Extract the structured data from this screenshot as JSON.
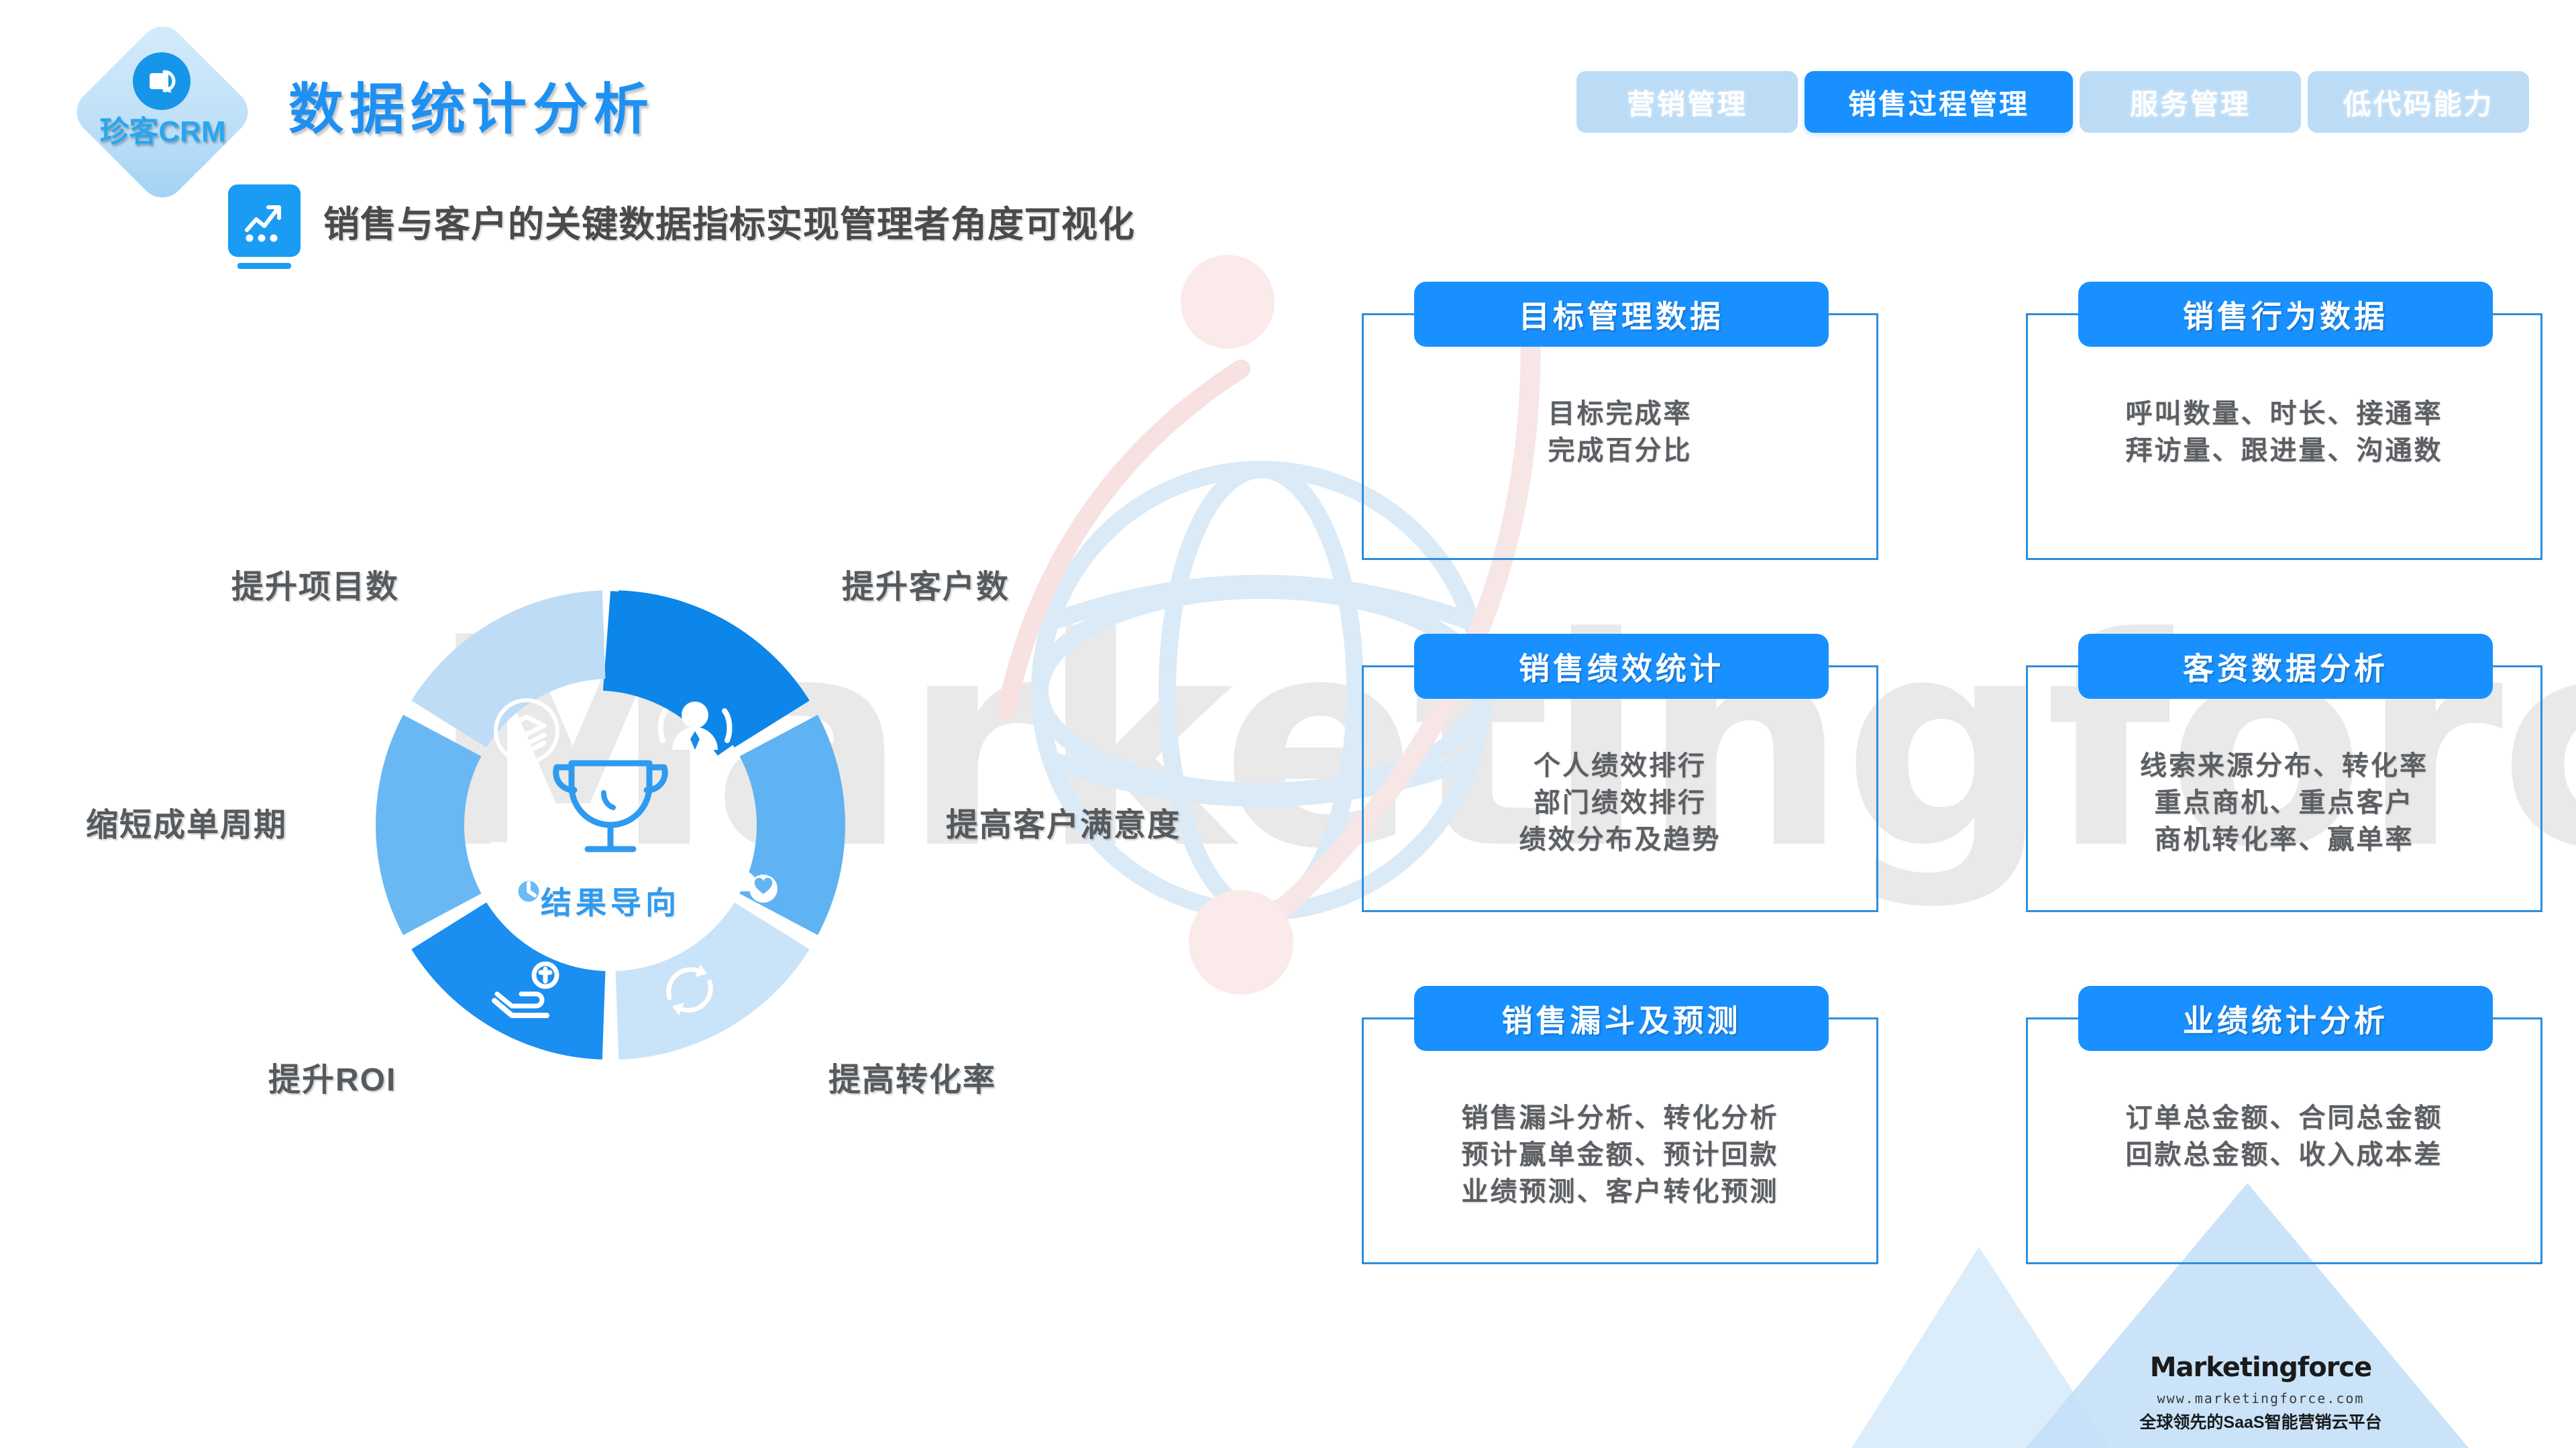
{
  "brand": {
    "logo_name": "珍客CRM",
    "logo_icon": "crm-circle-icon"
  },
  "header": {
    "title": "数据统计分析",
    "tabs": [
      {
        "label": "营销管理",
        "active": false
      },
      {
        "label": "销售过程管理",
        "active": true
      },
      {
        "label": "服务管理",
        "active": false
      },
      {
        "label": "低代码能力",
        "active": false
      }
    ]
  },
  "subtitle": {
    "icon": "chart-trend-icon",
    "text": "销售与客户的关键数据指标实现管理者角度可视化"
  },
  "wheel": {
    "center_label": "结果导向",
    "segments": [
      {
        "label": "提升项目数",
        "icon": "layers-icon",
        "color": "#bedcf5"
      },
      {
        "label": "提升客户数",
        "icon": "user-tie-icon",
        "color": "#0c86e8"
      },
      {
        "label": "提高客户满意度",
        "icon": "user-heart-icon",
        "color": "#5fb3f2"
      },
      {
        "label": "提高转化率",
        "icon": "refresh-cycle-icon",
        "color": "#c9e3f9"
      },
      {
        "label": "提升ROI",
        "icon": "hand-coin-icon",
        "color": "#1b8ef2"
      },
      {
        "label": "缩短成单周期",
        "icon": "doc-clock-icon",
        "color": "#69b8f4"
      }
    ]
  },
  "cards": [
    {
      "title": "目标管理数据",
      "lines": [
        "目标完成率",
        "完成百分比"
      ]
    },
    {
      "title": "销售行为数据",
      "lines": [
        "呼叫数量、时长、接通率",
        "拜访量、跟进量、沟通数"
      ]
    },
    {
      "title": "销售绩效统计",
      "lines": [
        "个人绩效排行",
        "部门绩效排行",
        "绩效分布及趋势"
      ]
    },
    {
      "title": "客资数据分析",
      "lines": [
        "线索来源分布、转化率",
        "重点商机、重点客户",
        "商机转化率、赢单率"
      ]
    },
    {
      "title": "销售漏斗及预测",
      "lines": [
        "销售漏斗分析、转化分析",
        "预计赢单金额、预计回款",
        "业绩预测、客户转化预测"
      ]
    },
    {
      "title": "业绩统计分析",
      "lines": [
        "订单总金额、合同总金额",
        "回款总金额、收入成本差"
      ]
    }
  ],
  "watermark": {
    "text": "Marketingforce"
  },
  "footer": {
    "logo": "Marketingforce",
    "url": "www.marketingforce.com",
    "tagline": "全球领先的SaaS智能营销云平台"
  },
  "colors": {
    "accent": "#1890ff",
    "title": "#1e90f2",
    "card_border": "#2b8fe0",
    "body_text": "#5c5f63",
    "tab_inactive": "#bcdcf6"
  }
}
